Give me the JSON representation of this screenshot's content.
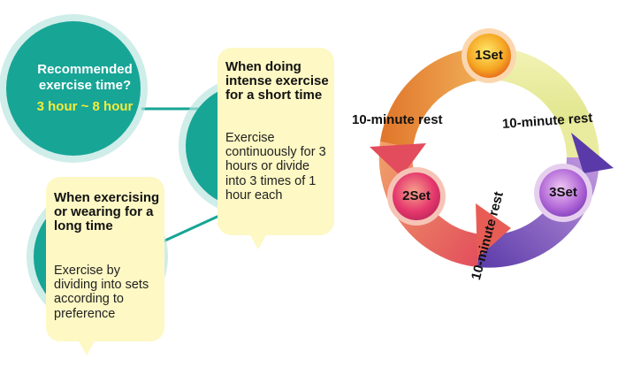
{
  "colors": {
    "teal": "#17a596",
    "teal_light": "#b6e3dd",
    "bubble": "#fdf8c4",
    "arrow_orange": "#e67e22",
    "arrow_yellow": "#e7ec8b",
    "arrow_red": "#e75d55",
    "arrow_purple": "#6a46b6",
    "highlight_yellow": "#f5ec3a"
  },
  "main_circle": {
    "question": "Recommended exercise time?",
    "answer": "3 hour ~ 8 hour"
  },
  "bubble_short": {
    "title": "When doing intense exercise for a short time",
    "body": "Exercise continuously for 3 hours or divide into 3 times of 1 hour each"
  },
  "bubble_long": {
    "title": "When exercising or wearing for a long time",
    "body": "Exercise by dividing into sets according to preference"
  },
  "cycle": {
    "set1": "1Set",
    "set2": "2Set",
    "set3": "3Set",
    "rest_left": "10-minute rest",
    "rest_right": "10-minute rest",
    "rest_bottom": "10-minute rest"
  }
}
